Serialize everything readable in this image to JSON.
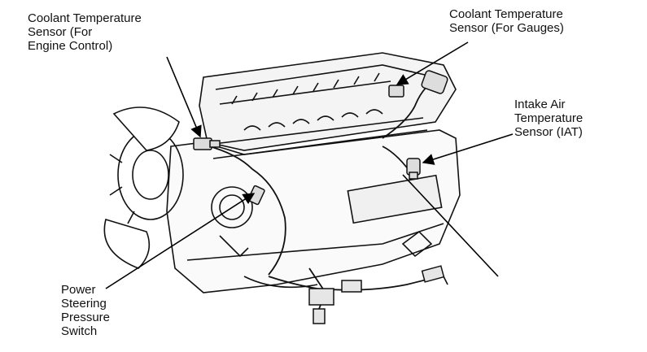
{
  "labels": {
    "coolant_engine": [
      "Coolant Temperature",
      "Sensor (For",
      "Engine Control)"
    ],
    "coolant_gauges": [
      "Coolant Temperature",
      "Sensor (For Gauges)"
    ],
    "iat": [
      "Intake Air",
      "Temperature",
      "Sensor (IAT)"
    ],
    "power_steering": [
      "Power",
      "Steering",
      "Pressure",
      "Switch"
    ]
  }
}
